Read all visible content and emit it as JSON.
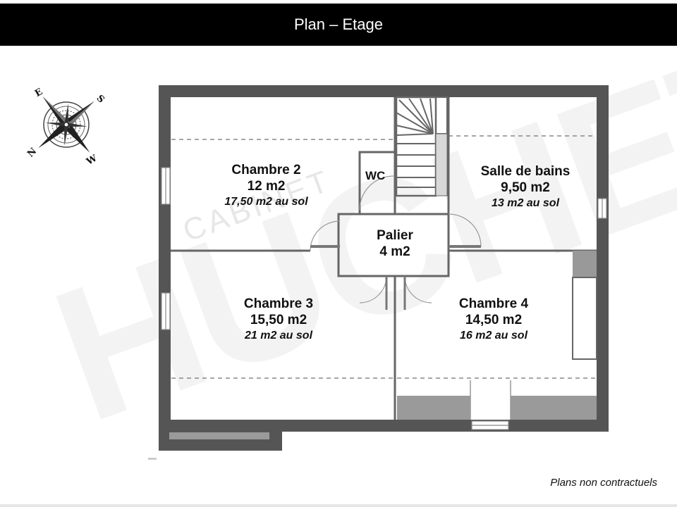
{
  "header": {
    "title": "Plan – Etage"
  },
  "compass": {
    "letters": [
      "E",
      "S",
      "W",
      "N"
    ]
  },
  "watermark": {
    "brand": "HUCHET",
    "sub": "CABINET"
  },
  "rooms": {
    "chambre2": {
      "name": "Chambre 2",
      "area": "12 m2",
      "floor": "17,50 m2 au sol"
    },
    "salle_de_bains": {
      "name": "Salle de bains",
      "area": "9,50 m2",
      "floor": "13 m2 au sol"
    },
    "palier": {
      "name": "Palier",
      "area": "4 m2"
    },
    "chambre3": {
      "name": "Chambre 3",
      "area": "15,50 m2",
      "floor": "21 m2 au sol"
    },
    "chambre4": {
      "name": "Chambre 4",
      "area": "14,50 m2",
      "floor": "16 m2 au sol"
    },
    "wc": {
      "name": "WC"
    }
  },
  "footer": {
    "note": "Plans non contractuels"
  }
}
